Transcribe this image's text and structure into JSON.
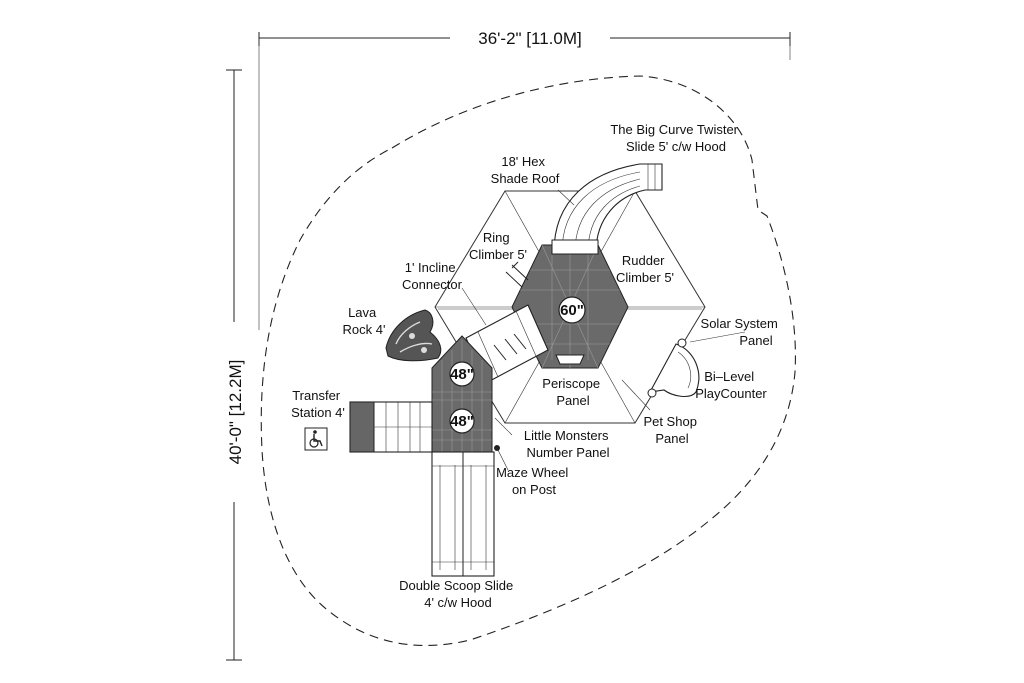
{
  "dimensions": {
    "width": "36'-2\" [11.0M]",
    "depth": "40'-0\" [12.2M]"
  },
  "decks": {
    "hex_height": "60\"",
    "tower_upper_height": "48\"",
    "tower_lower_height": "48\""
  },
  "labels": {
    "big_curve_twister_1": "The Big Curve Twister",
    "big_curve_twister_2": "Slide 5' c/w Hood",
    "hex_shade_1": "18' Hex",
    "hex_shade_2": "Shade Roof",
    "ring_climber_1": "Ring",
    "ring_climber_2": "Climber 5'",
    "rudder_climber_1": "Rudder",
    "rudder_climber_2": "Climber 5'",
    "incline_connector_1": "1' Incline",
    "incline_connector_2": "Connector",
    "lava_rock_1": "Lava",
    "lava_rock_2": "Rock 4'",
    "solar_panel_1": "Solar System",
    "solar_panel_2": "Panel",
    "bilevel_counter_1": "Bi–Level",
    "bilevel_counter_2": "PlayCounter",
    "transfer_station_1": "Transfer",
    "transfer_station_2": "Station 4'",
    "periscope_panel_1": "Periscope",
    "periscope_panel_2": "Panel",
    "pet_shop_panel_1": "Pet Shop",
    "pet_shop_panel_2": "Panel",
    "little_monsters_1": "Little Monsters",
    "little_monsters_2": "Number Panel",
    "maze_wheel_1": "Maze Wheel",
    "maze_wheel_2": "on Post",
    "double_scoop_1": "Double Scoop Slide",
    "double_scoop_2": "4' c/w Hood"
  },
  "icons": {
    "accessibility": "wheelchair-icon"
  }
}
